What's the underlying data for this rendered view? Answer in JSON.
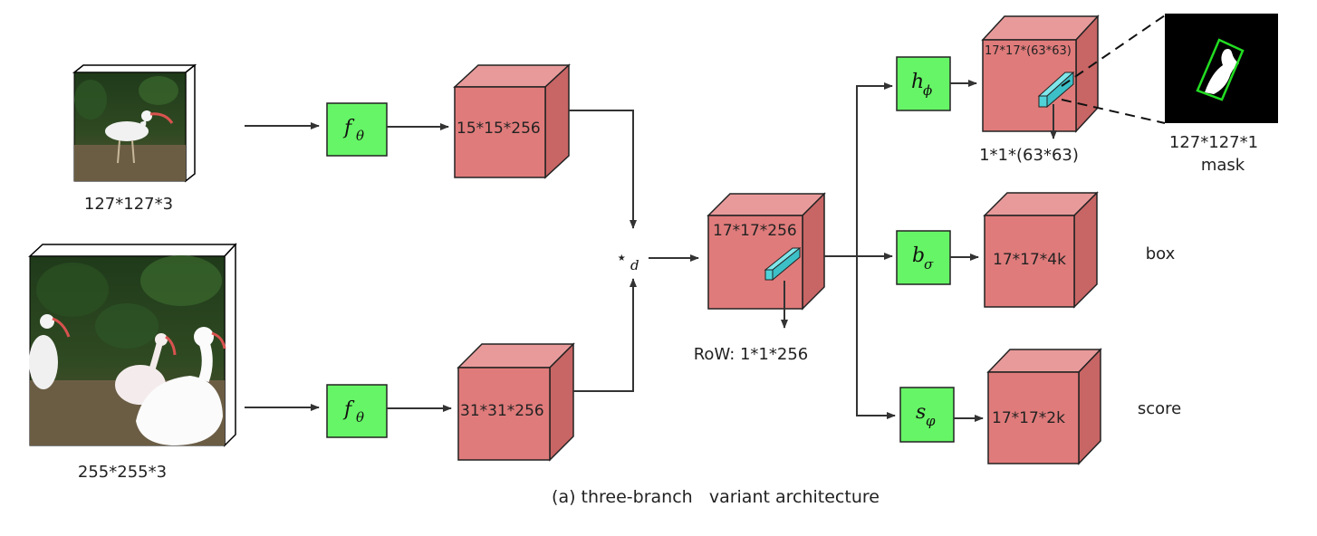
{
  "inputs": {
    "template_size": "127*127*3",
    "search_size": "255*255*3"
  },
  "backbone": {
    "symbol": "f",
    "subscript": "θ"
  },
  "features": {
    "template_feature": "15*15*256",
    "search_feature": "31*31*256"
  },
  "correlation": {
    "symbol": "⋆",
    "subscript": "d",
    "response": "17*17*256",
    "row_label": "RoW: 1*1*256"
  },
  "branches": {
    "mask": {
      "symbol": "h",
      "subscript": "ϕ",
      "output": "17*17*(63*63)",
      "row_label": "1*1*(63*63)",
      "mask_size": "127*127*1",
      "mask_name": "mask"
    },
    "box": {
      "symbol": "b",
      "subscript": "σ",
      "output": "17*17*4k",
      "name": "box"
    },
    "score": {
      "symbol": "s",
      "subscript": "φ",
      "output": "17*17*2k",
      "name": "score"
    }
  },
  "caption": "(a) three-branch   variant architecture",
  "colors": {
    "cube_front": "#e07b7b",
    "cube_top": "#e89a9a",
    "cube_side": "#c86565",
    "function_box": "#66f566",
    "row_tube": "#4fd3d9",
    "mask_box_outline": "#22dd22"
  }
}
